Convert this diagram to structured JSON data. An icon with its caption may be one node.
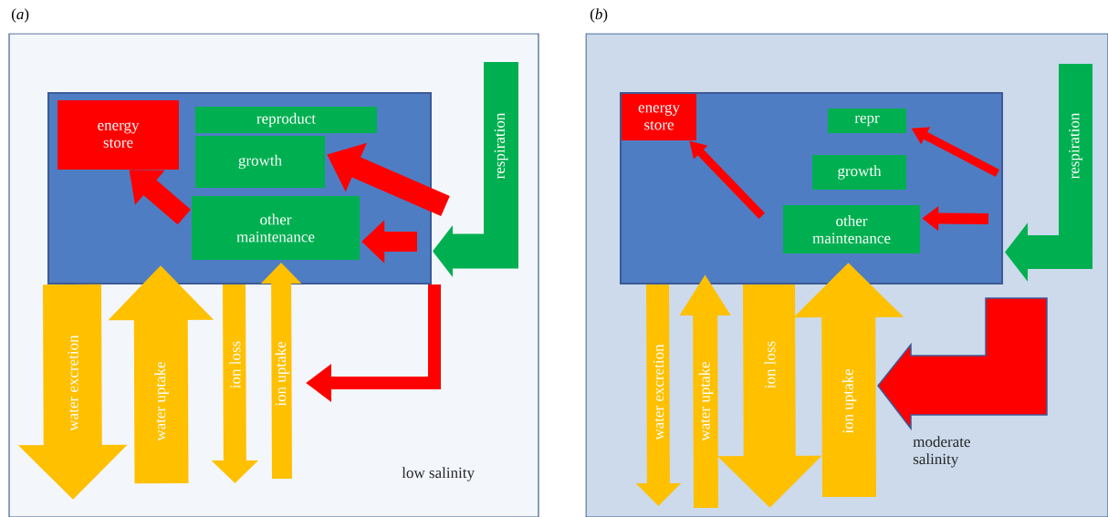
{
  "diagram": {
    "nodes": [
      {
        "text": [
          "(*a*)"
        ]
      },
      {
        "text": [],
        "shape": "box",
        "in": 0
      },
      {
        "text": [
          "energy store"
        ],
        "in": 1
      },
      {
        "text": [
          "reproduct"
        ],
        "in": 1
      },
      {
        "text": [
          "growth"
        ],
        "in": 1
      },
      {
        "text": [
          "other maintenance"
        ],
        "in": 1
      },
      {
        "text": [
          "(*b*)"
        ]
      },
      {
        "text": [],
        "shape": "box",
        "in": 6
      },
      {
        "text": [
          "energy store"
        ],
        "in": 7
      },
      {
        "text": [
          "repr"
        ],
        "in": 7
      },
      {
        "text": [
          "growth"
        ],
        "in": 7
      },
      {
        "text": [
          "other maintenance"
        ],
        "in": 7
      }
    ],
    "edges": [
      {
        "from": 5,
        "to": 2,
        "arrow": "to",
        "color": "#ff0000"
      },
      {
        "from": null,
        "to": 4,
        "arrow": "to",
        "color": "#ff0000"
      },
      {
        "from": null,
        "to": 5,
        "arrow": "to",
        "color": "#ff0000"
      },
      {
        "from": null,
        "to": 1,
        "arrow": "to",
        "label": "respiration",
        "color": "#00b050"
      },
      {
        "from": 1,
        "to": null,
        "arrow": "to",
        "label": "water excretion",
        "style": "thick",
        "color": "#ffc000"
      },
      {
        "from": null,
        "to": 1,
        "arrow": "to",
        "label": "water uptake",
        "style": "thick",
        "color": "#ffc000"
      },
      {
        "from": 1,
        "to": null,
        "arrow": "to",
        "label": "ion loss",
        "color": "#ffc000"
      },
      {
        "from": null,
        "to": 1,
        "arrow": "to",
        "label": "ion uptake",
        "color": "#ffc000"
      },
      {
        "from": 1,
        "to": null,
        "arrow": "to",
        "color": "#ff0000"
      },
      {
        "from": 11,
        "to": 8,
        "arrow": "to",
        "color": "#ff0000"
      },
      {
        "from": null,
        "to": 9,
        "arrow": "to",
        "color": "#ff0000"
      },
      {
        "from": null,
        "to": 11,
        "arrow": "to",
        "color": "#ff0000"
      },
      {
        "from": null,
        "to": 7,
        "arrow": "to",
        "label": "respiration",
        "color": "#00b050"
      },
      {
        "from": 7,
        "to": null,
        "arrow": "to",
        "label": "water excretion",
        "color": "#ffc000"
      },
      {
        "from": null,
        "to": 7,
        "arrow": "to",
        "label": "water uptake",
        "color": "#ffc000"
      },
      {
        "from": 7,
        "to": null,
        "arrow": "to",
        "label": "ion loss",
        "style": "thick",
        "color": "#ffc000"
      },
      {
        "from": null,
        "to": 7,
        "arrow": "to",
        "label": "ion uptake",
        "style": "thick",
        "color": "#ffc000"
      }
    ],
    "labels": [
      "low salinity",
      "moderate salinity"
    ]
  }
}
